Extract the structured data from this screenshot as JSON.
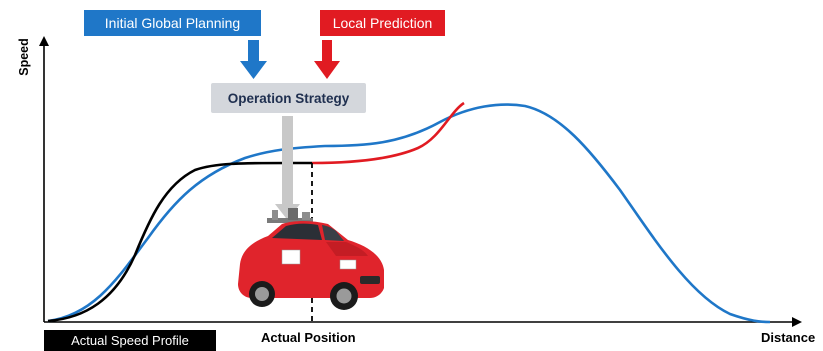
{
  "axes": {
    "y_label": "Speed",
    "x_label": "Distance",
    "x_marker_label": "Actual Position"
  },
  "boxes": {
    "initial_global_planning": "Initial Global Planning",
    "local_prediction": "Local Prediction",
    "operation_strategy": "Operation Strategy",
    "actual_speed_profile": "Actual Speed Profile"
  },
  "colors": {
    "global_planning": "#1f77c8",
    "local_prediction": "#e11b22",
    "operation_strategy_bg": "#d4d7dc",
    "operation_strategy_text": "#203050",
    "actual_profile": "#000000",
    "connector_arrow": "#c8c8c8",
    "car_body": "#e0242c"
  },
  "icons": {
    "car": "car-icon"
  }
}
